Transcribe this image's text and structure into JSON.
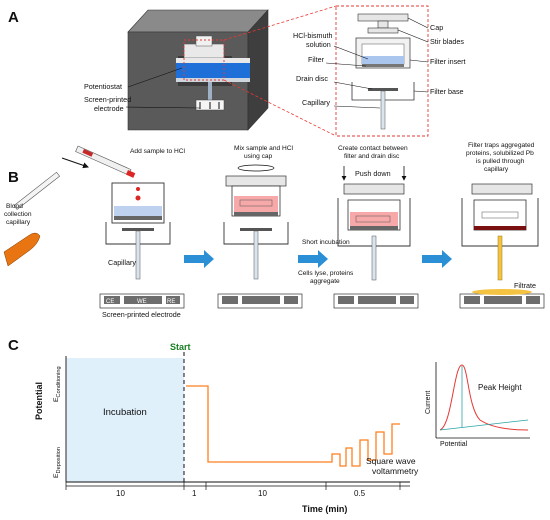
{
  "panel_a": {
    "letter": "A",
    "labels": {
      "potentiostat": "Potentiostat",
      "spe_line1": "Screen-printed",
      "spe_line2": "electrode",
      "cap": "Cap",
      "stir_blades": "Stir blades",
      "hcl_line1": "HCl-bismuth",
      "hcl_line2": "solution",
      "filter": "Filter",
      "filter_insert": "Filter insert",
      "drain_disc": "Drain disc",
      "filter_base": "Filter base",
      "capillary": "Capillary"
    }
  },
  "panel_b": {
    "letter": "B",
    "steps": {
      "s1": "Add sample to HCl",
      "s2_line1": "Mix sample and HCl",
      "s2_line2": "using cap",
      "s3_line1": "Create contact between",
      "s3_line2": "filter and drain disc",
      "s4_line1": "Filter traps aggregated",
      "s4_line2": "proteins, solubilized Pb",
      "s4_line3": "is pulled through",
      "s4_line4": "capillary"
    },
    "blood_line1": "Blood",
    "blood_line2": "collection",
    "blood_line3": "capillary",
    "capillary": "Capillary",
    "push_down": "Push down",
    "incubation_line1": "Short incubation",
    "incubation_line2": "Cells lyse, proteins",
    "incubation_line3": "aggregate",
    "electrode": {
      "ce": "CE",
      "we": "WE",
      "re": "RE",
      "caption": "Screen-printed electrode"
    },
    "filtrate": "Filtrate"
  },
  "panel_c": {
    "letter": "C",
    "y_axis": "Potential",
    "x_axis": "Time (min)",
    "e_conditioning": "E",
    "e_conditioning_sub": "Conditioning",
    "e_deposition": "E",
    "e_deposition_sub": "Deposition",
    "incubation": "Incubation",
    "start": "Start",
    "swv_line1": "Square wave",
    "swv_line2": "voltammetry",
    "time_segments": [
      "10",
      "1",
      "10",
      "0.5"
    ],
    "inset": {
      "y_label": "Current",
      "x_label": "Potential",
      "peak": "Peak Height"
    },
    "colors": {
      "trace": "#ff7f1e",
      "incubation_fill": "#dff0fb",
      "start": "#1a7f24",
      "inset_curve": "#e53935",
      "inset_line": "#2aa3a3"
    }
  }
}
